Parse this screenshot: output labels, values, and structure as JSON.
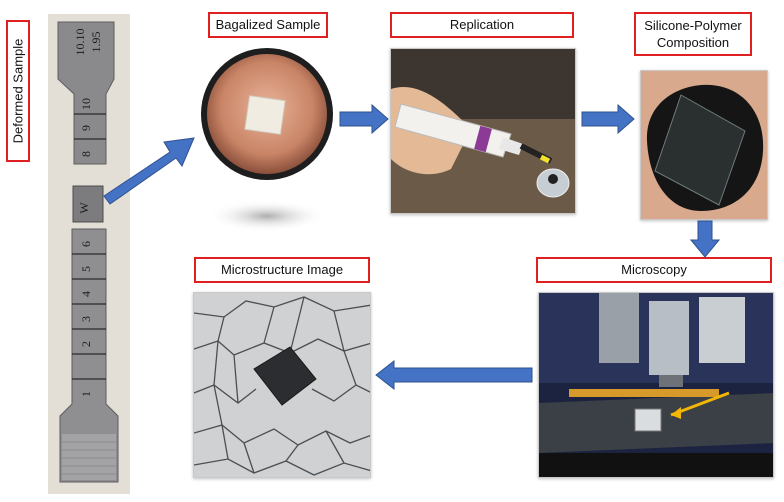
{
  "labels": {
    "deformed_sample": "Deformed Sample",
    "bagalized_sample": "Bagalized Sample",
    "replication": "Replication",
    "silicone_polymer_line1": "Silicone-Polymer",
    "silicone_polymer_line2": "Composition",
    "microscopy": "Microscopy",
    "microstructure_image": "Microstructure Image"
  },
  "specimen_marks": {
    "top_line1": "10.10",
    "top_line2": "1.95",
    "digits_upper": [
      "10",
      "9",
      "8"
    ],
    "digits_lower": [
      "6",
      "5",
      "4",
      "3",
      "2",
      "1"
    ],
    "cut_mark": "W"
  },
  "colors": {
    "label_border": "#e02020",
    "arrow_fill": "#4472c4",
    "arrow_stroke": "#2f528f",
    "yellow_arrow": "#f2b705"
  }
}
